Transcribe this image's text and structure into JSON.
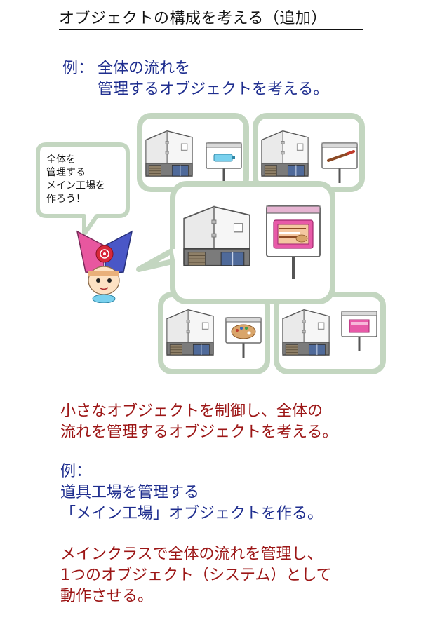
{
  "title": "オブジェクトの構成を考える（追加）",
  "example1": {
    "label": "例：",
    "line1": "全体の流れを",
    "line2": "管理するオブジェクトを考える。"
  },
  "speech": {
    "lines": [
      "全体を",
      "管理する",
      "メイン工場を",
      "作ろう！"
    ]
  },
  "paragraph1": {
    "line1": "小さなオブジェクトを制御し、全体の",
    "line2": "流れを管理するオブジェクトを考える。"
  },
  "example2": {
    "label": "例：",
    "line1": "道具工場を管理する",
    "line2": "「メイン工場」オブジェクトを作る。"
  },
  "paragraph2": {
    "line1": "メインクラスで全体の流れを管理し、",
    "line2": "1つのオブジェクト（システム）として",
    "line3": "動作させる。"
  },
  "colors": {
    "navy_text": "#1f2e8f",
    "maroon_text": "#9c1616",
    "frame_green": "#c3d6c0",
    "sign_blue": "#7ad1ee",
    "sign_pink": "#e85aa8",
    "sign_brown": "#8c4a25",
    "palette_tan": "#d9a56a"
  },
  "icons": {
    "factory": "factory-building-icon",
    "tool_signs": [
      "battery-sign-icon",
      "brush-sign-icon",
      "palette-sign-icon",
      "pink-box-sign-icon"
    ],
    "main_sign": "toolbox-sign-icon",
    "character": "mascot-character-icon"
  }
}
